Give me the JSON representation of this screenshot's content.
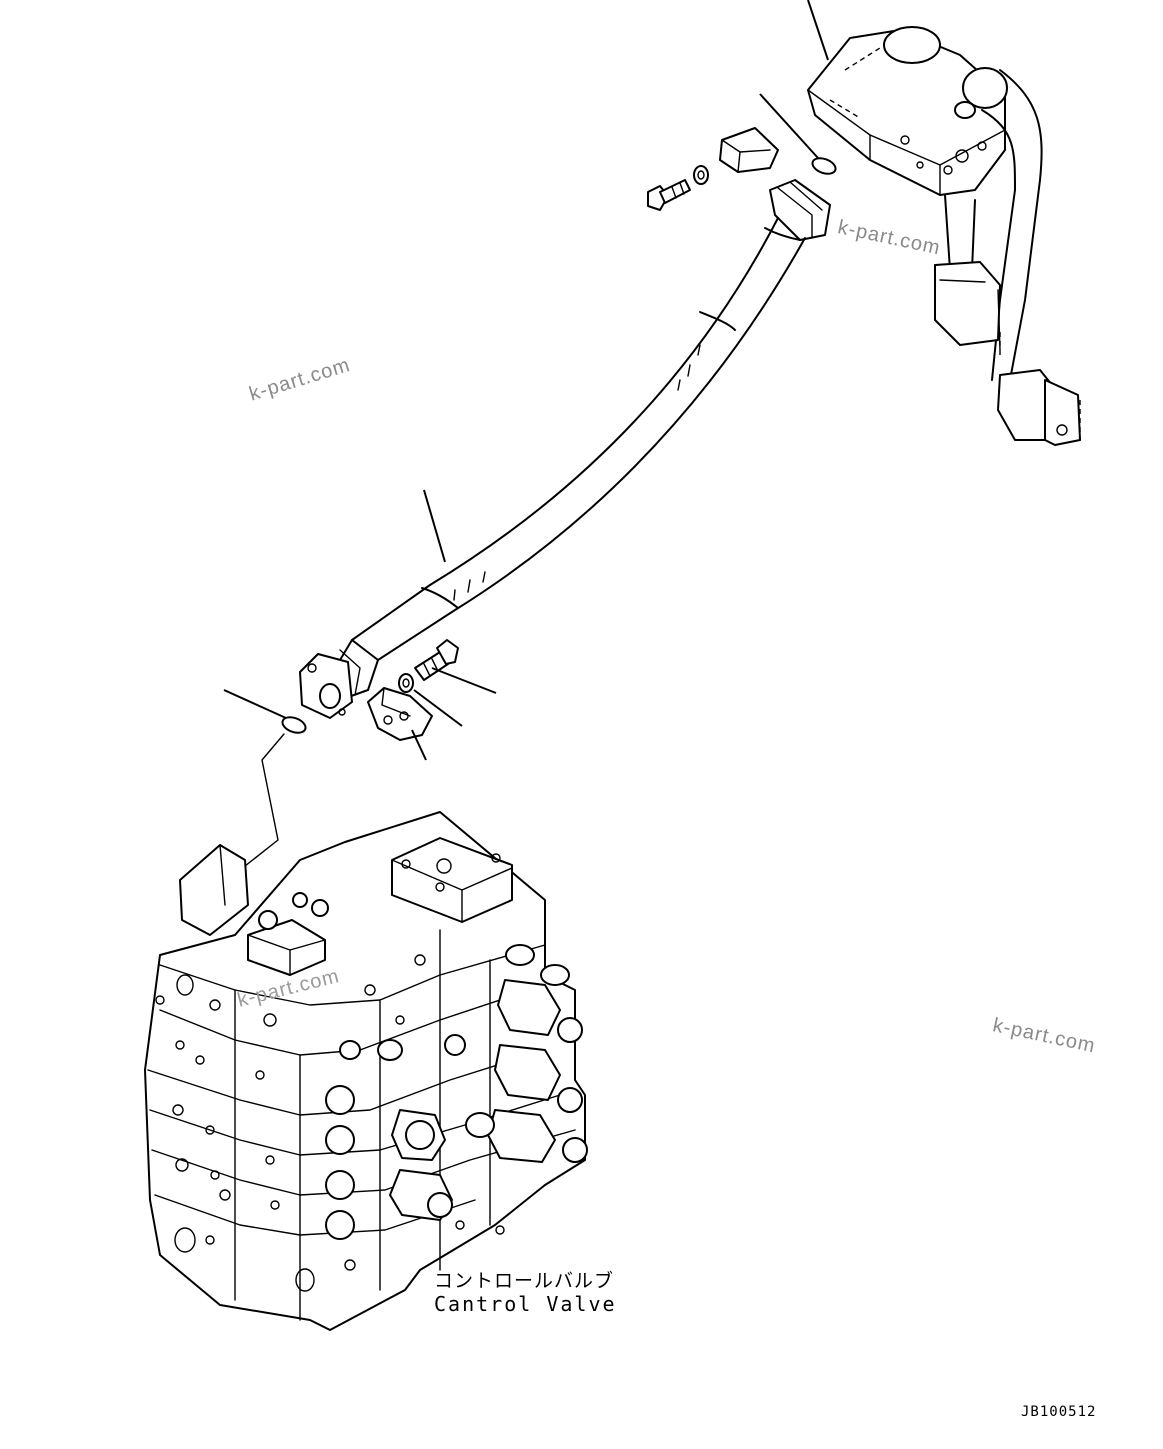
{
  "watermarks": [
    "k-part.com",
    "k-part.com",
    "k-part.com",
    "k-part.com"
  ],
  "labels": {
    "component_jp": "コントロールバルブ",
    "component_en": "Cantrol Valve"
  },
  "drawing_number": "JB100512"
}
